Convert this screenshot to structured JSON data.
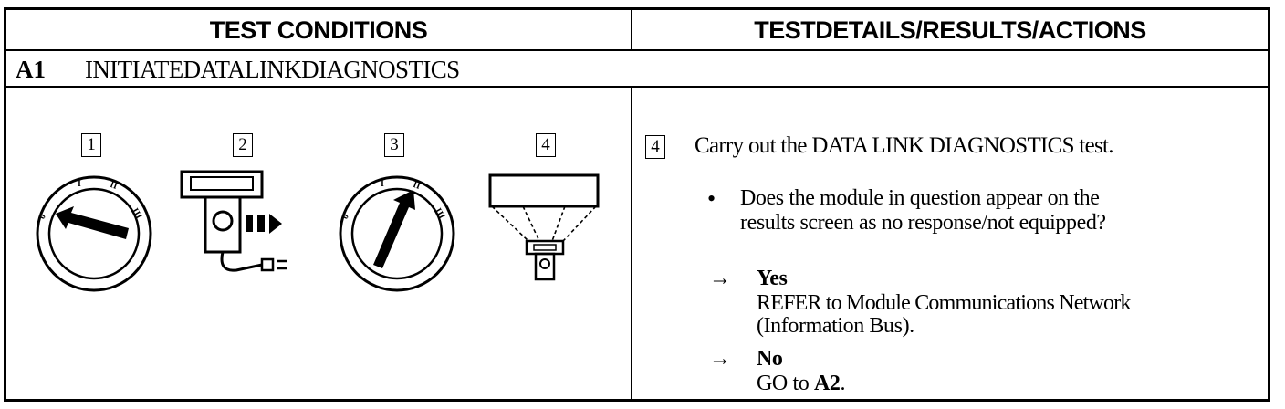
{
  "header": {
    "left": "TEST CONDITIONS",
    "right": "TESTDETAILS/RESULTS/ACTIONS"
  },
  "step": {
    "id": "A1",
    "title": "INITIATEDATALINKDIAGNOSTICS"
  },
  "conditions": {
    "figures": [
      {
        "number": "1",
        "icon": "ignition-switch-off-icon"
      },
      {
        "number": "2",
        "icon": "diagnostic-tool-connect-icon"
      },
      {
        "number": "3",
        "icon": "ignition-switch-on-icon"
      },
      {
        "number": "4",
        "icon": "diagnostic-tool-screen-icon"
      }
    ]
  },
  "details": {
    "step_number": "4",
    "instruction": "Carry out the DATA LINK DIAGNOSTICS test.",
    "bullet": "•",
    "question_line1": "Does the module in question appear on the",
    "question_line2": "results screen as no response/not equipped?",
    "arrow": "→",
    "yes_label": "Yes",
    "yes_action_line1": "REFER to Module Communications Network",
    "yes_action_line2": "(Information Bus).",
    "no_label": "No",
    "no_action_prefix": "GO to ",
    "no_action_target": "A2",
    "no_action_suffix": "."
  }
}
